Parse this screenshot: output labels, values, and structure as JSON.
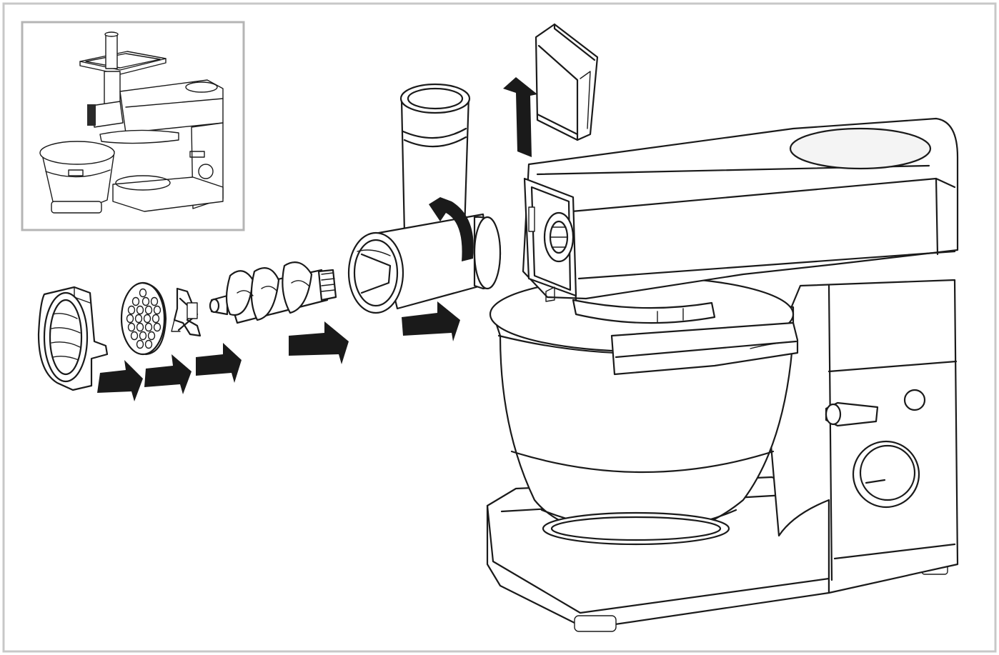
{
  "colors": {
    "ink": "#1a1a1a",
    "frame": "#c8c8c8",
    "inset_frame": "#b5b5b5",
    "background": "#ffffff"
  },
  "icons": {
    "arrow": "solid-black-arrow",
    "rotate": "curved-rotate-arrow"
  },
  "diagram": {
    "inset": "assembled-mixer-with-mincer-preview",
    "parts_left_to_right": [
      "locking-ring",
      "mincing-plate",
      "cutting-blade",
      "feed-screw",
      "mincer-body",
      "attachment-cover"
    ],
    "main_appliance": "stand-mixer"
  }
}
